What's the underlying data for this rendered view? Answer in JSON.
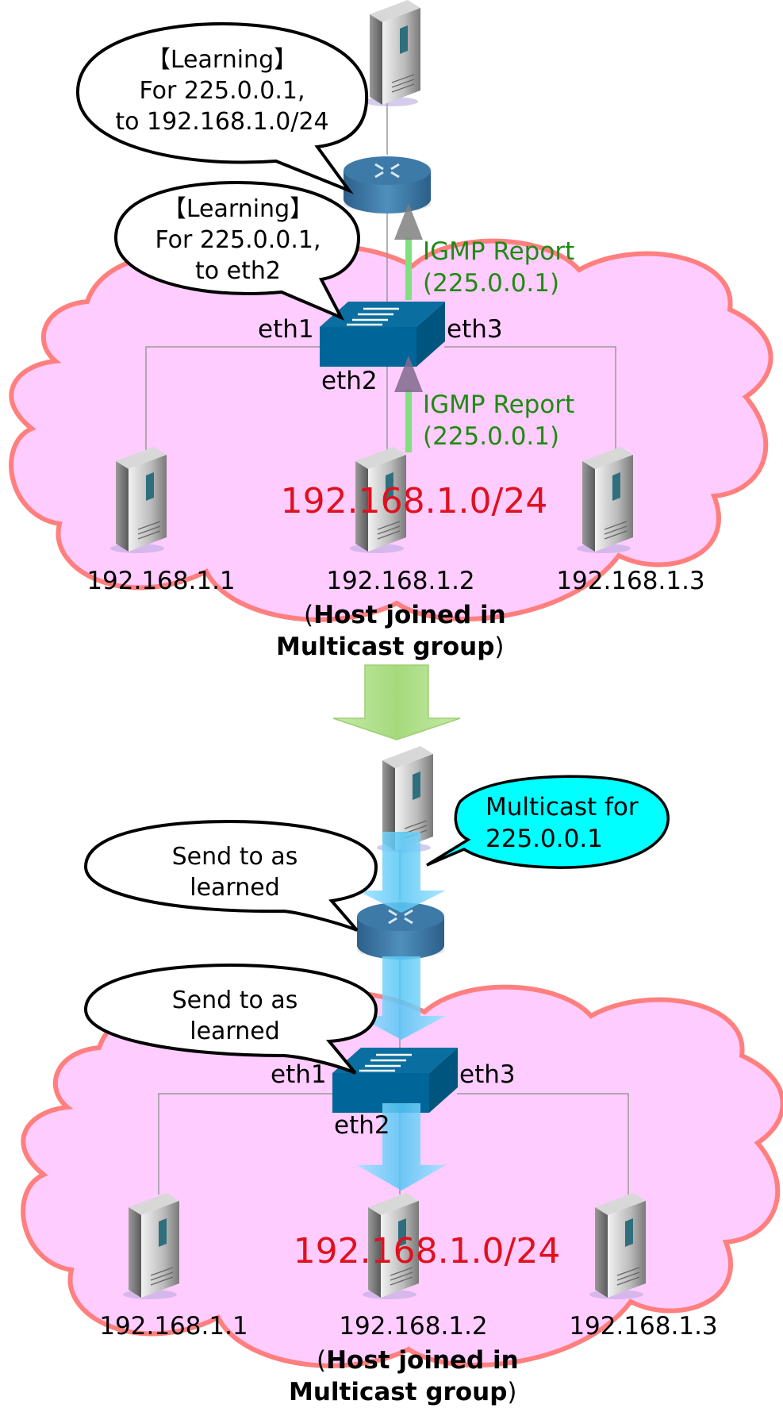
{
  "panels": [
    {
      "cloud_network": "192.168.1.0/24",
      "router_bubble": [
        "【Learning】",
        "For 225.0.0.1,",
        "to 192.168.1.0/24"
      ],
      "switch_bubble": [
        "【Learning】",
        "For 225.0.0.1,",
        "to eth2"
      ],
      "igmp_upper": [
        "IGMP Report",
        "(225.0.0.1)"
      ],
      "igmp_lower": [
        "IGMP Report",
        "(225.0.0.1)"
      ],
      "ports": {
        "eth1": "eth1",
        "eth2": "eth2",
        "eth3": "eth3"
      },
      "hosts": [
        "192.168.1.1",
        "192.168.1.2",
        "192.168.1.3"
      ],
      "joined_note": {
        "open": "(",
        "bold_line1": "Host joined in",
        "bold_line2": "Multicast group",
        "close": ")"
      }
    },
    {
      "cloud_network": "192.168.1.0/24",
      "multicast_bubble": [
        "Multicast for",
        "225.0.0.1"
      ],
      "router_bubble": [
        "Send to as",
        "learned"
      ],
      "switch_bubble": [
        "Send to as",
        "learned"
      ],
      "ports": {
        "eth1": "eth1",
        "eth2": "eth2",
        "eth3": "eth3"
      },
      "hosts": [
        "192.168.1.1",
        "192.168.1.2",
        "192.168.1.3"
      ],
      "joined_note": {
        "open": "(",
        "bold_line1": "Host joined in",
        "bold_line2": "Multicast group",
        "close": ")"
      }
    }
  ],
  "colors": {
    "cloud_fill": "#ffccff",
    "cloud_stroke": "#ff7f7f",
    "igmp_text": "#1f8a12",
    "igmp_arrow": "#7ee07e",
    "network_text": "#e0101e",
    "multicast_bubble_fill": "#00ffff",
    "switch": "#006699",
    "router": "#3a7aa8",
    "transition_arrow": "#a8db7e",
    "flow_arrow": "#5ccfff"
  },
  "icons": [
    "server-icon",
    "router-icon",
    "switch-icon"
  ]
}
